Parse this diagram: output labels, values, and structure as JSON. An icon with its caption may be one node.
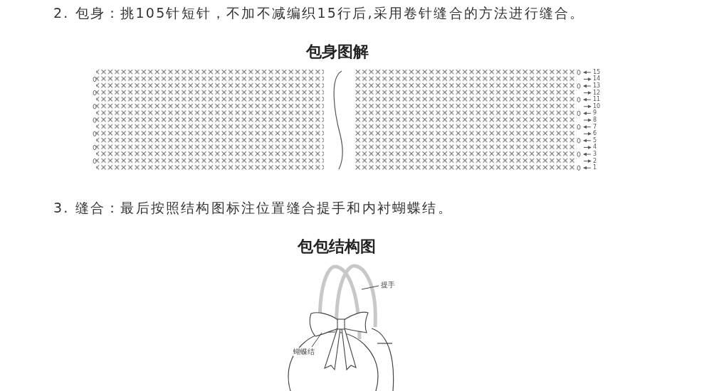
{
  "diagram": {
    "nodes": [
      {
        "text": [
          "提手"
        ]
      },
      {
        "text": [],
        "shape": "picture"
      },
      {
        "text": [
          "蝴蝶结"
        ]
      },
      {
        "text": [],
        "shape": "picture"
      }
    ],
    "edges": [
      {
        "from": 0,
        "to": 1,
        "arrow": "none"
      },
      {
        "from": 2,
        "to": 3,
        "arrow": "none"
      }
    ],
    "labels": [
      "2. 包身：挑105针短针，不加不减编织15行后,采用卷针缝合的方法进行缝合。",
      "包身图解",
      "15",
      "14",
      "13",
      "12",
      "11",
      "10",
      "9",
      "8",
      "7",
      "6",
      "5",
      "4",
      "3",
      "2",
      "1",
      "3. 缝合：最后按照结构图标注位置缝合提手和内衬蝴蝶结。",
      "包包结构图"
    ]
  }
}
